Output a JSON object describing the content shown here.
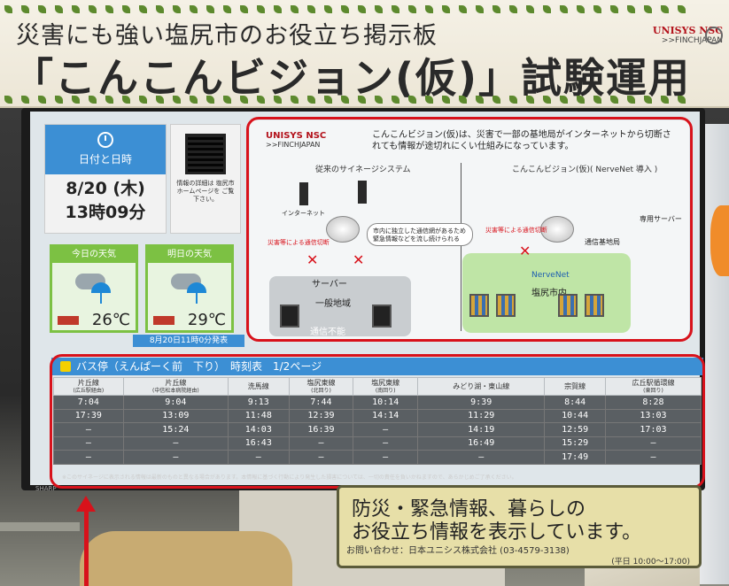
{
  "banner": {
    "line1": "災害にも強い塩尻市のお役立ち掲示板",
    "line2": "「こんこんビジョン(仮)」試験運用中",
    "brand": "UNISYS NSC",
    "brand_sub": ">>FINCHJAPAN"
  },
  "display": {
    "maker": "SHARP",
    "datetime_label": "日付と日時",
    "date": "8/20 (木)",
    "time": "13時09分",
    "qr_note": "情報の詳細は 塩尻市 ホームページを ご覧下さい。",
    "weather": {
      "today_label": "今日の天気",
      "today_temp": "26℃",
      "tomorrow_label": "明日の天気",
      "tomorrow_temp": "29℃",
      "issued": "8月20日11時0分発表"
    },
    "info": {
      "brand": "UNISYS NSC",
      "brand_sub": ">>FINCHJAPAN",
      "text": "こんこんビジョン(仮)は、災害で一部の基地局がインターネットから切断されても情報が途切れにくい仕組みになっています。",
      "cap_left": "従来のサイネージシステム",
      "cap_right": "こんこんビジョン(仮)( NerveNet 導入 )",
      "server_left": "サーバー",
      "internet": "インターネット",
      "bubble": "市内に独立した通信網があるため緊急情報などを流し続けられる",
      "disaster1": "災害等による通信切断",
      "disaster2": "災害等による通信切断",
      "general_area": "一般地域",
      "no_comm": "通信不能",
      "server_right": "専用サーバー",
      "base_station": "通信基地局",
      "nervenet": "NerveNet",
      "city": "塩尻市内"
    },
    "bus": {
      "title": "バス停（えんぱーく前　下り）　時刻表　1/2ページ",
      "columns": [
        {
          "name": "片丘線",
          "sub": "(広丘駅経由)"
        },
        {
          "name": "片丘線",
          "sub": "(中信松本病院経由)"
        },
        {
          "name": "洗馬線",
          "sub": ""
        },
        {
          "name": "塩尻東線",
          "sub": "(北回り)"
        },
        {
          "name": "塩尻東線",
          "sub": "(南回り)"
        },
        {
          "name": "みどり湖・東山線",
          "sub": ""
        },
        {
          "name": "宗賀線",
          "sub": ""
        },
        {
          "name": "広丘駅循環線",
          "sub": "(東回り)"
        }
      ],
      "rows": [
        [
          "7:04",
          "9:04",
          "9:13",
          "7:44",
          "10:14",
          "9:39",
          "8:44",
          "8:28"
        ],
        [
          "17:39",
          "13:09",
          "11:48",
          "12:39",
          "14:14",
          "11:29",
          "10:44",
          "13:03"
        ],
        [
          "—",
          "15:24",
          "14:03",
          "16:39",
          "—",
          "14:19",
          "12:59",
          "17:03"
        ],
        [
          "—",
          "—",
          "16:43",
          "—",
          "—",
          "16:49",
          "15:29",
          "—"
        ],
        [
          "—",
          "—",
          "—",
          "—",
          "—",
          "—",
          "17:49",
          "—"
        ]
      ],
      "footnote": "※このサイネージに表示される情報は最新のものと異なる場合があります。本情報に基づく行動により発生した損害については、一切の責任を負いかねますので、あらかじめご了承ください。"
    }
  },
  "sign": {
    "line1": "防災・緊急情報、暮らしの",
    "line2": "お役立ち情報を表示しています。",
    "contact": "お問い合わせ：日本ユニシス株式会社 (03-4579-3138)",
    "hours": "(平日 10:00〜17:00)"
  },
  "colors": {
    "frame_red": "#d8121b",
    "header_blue": "#3c8fd4",
    "weather_green": "#7cc143"
  }
}
